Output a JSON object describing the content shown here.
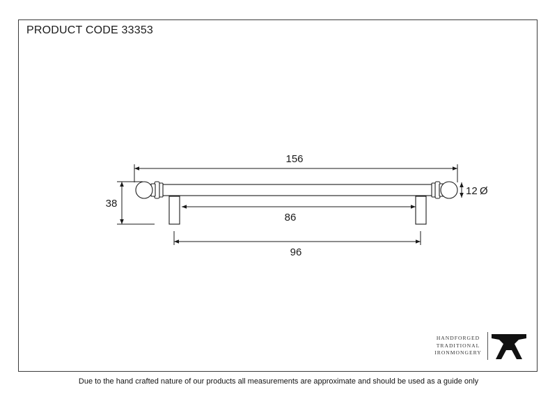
{
  "product_code": "PRODUCT CODE 33353",
  "dimensions": {
    "overall_length": "156",
    "height": "38",
    "diameter": "12",
    "diameter_symbol": "Ø",
    "inner_gap": "86",
    "centres": "96"
  },
  "logo": {
    "lines": [
      "HANDFORGED",
      "TRADITIONAL",
      "IRONMONGERY"
    ],
    "icon": "anvil-icon"
  },
  "disclaimer": "Due to the hand crafted nature of our products all measurements are approximate and should be used as a guide only"
}
